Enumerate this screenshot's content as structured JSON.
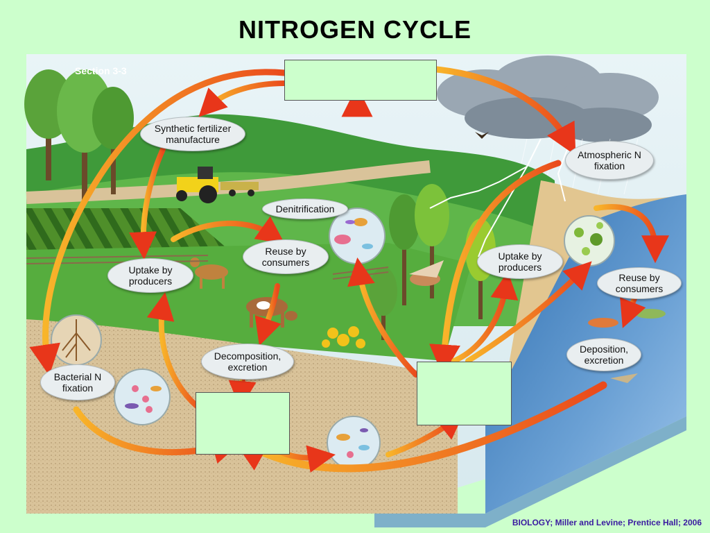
{
  "title": "NITROGEN CYCLE",
  "section": "Section 3-3",
  "credit": "BIOLOGY; Miller and Levine; Prentice Hall; 2006",
  "labels": {
    "synthetic_fertilizer": "Synthetic fertilizer manufacture",
    "atmospheric_fixation": "Atmospheric N fixation",
    "denitrification": "Denitrification",
    "reuse_land": "Reuse by consumers",
    "uptake_land": "Uptake by producers",
    "uptake_water": "Uptake by producers",
    "reuse_water": "Reuse by consumers",
    "decomposition": "Decomposition, excretion",
    "deposition": "Deposition, excretion",
    "bacterial_fixation": "Bacterial N fixation"
  },
  "colors": {
    "background": "#ccffcc",
    "arrow": "#f07a1e",
    "arrow_head": "#e8361a",
    "credit": "#3a1aa0"
  }
}
